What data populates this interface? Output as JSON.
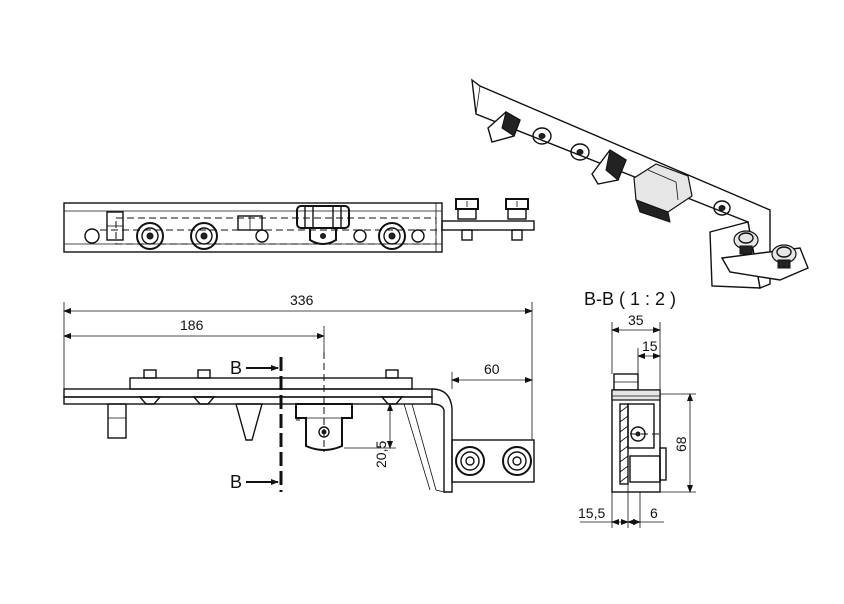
{
  "dimensions": {
    "overall_length": "336",
    "partial_length": "186",
    "bracket_length": "60",
    "height_offset": "20,5",
    "section_width": "35",
    "section_inner": "15",
    "section_height": "68",
    "section_bottom_left": "15,5",
    "section_bottom_right": "6"
  },
  "section": {
    "title": "B-B ( 1 : 2 )",
    "marker_top": "B",
    "marker_bottom": "B"
  }
}
